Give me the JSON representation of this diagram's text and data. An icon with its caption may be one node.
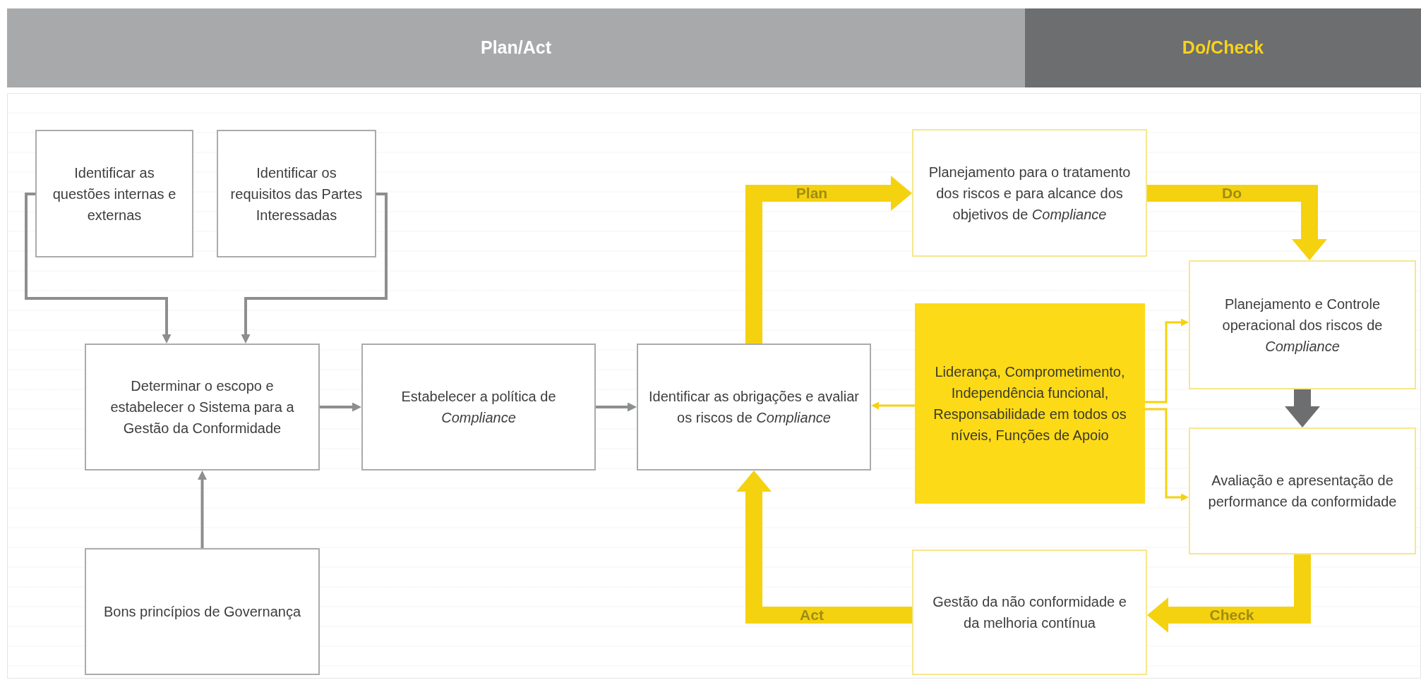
{
  "diagram": {
    "nodes": [
      {
        "text": [
          "Plan/Act"
        ]
      },
      {
        "text": [
          "Do/Check"
        ]
      },
      {
        "text": [
          "Identificar as questões internas e externas"
        ]
      },
      {
        "text": [
          "Identificar os requisitos das Partes Interessadas"
        ]
      },
      {
        "text": [
          "Planejamento para o tratamento dos riscos e para alcance dos objetivos de *Compliance*"
        ]
      },
      {
        "text": [
          "Planejamento e Controle operacional dos riscos de *Compliance*"
        ]
      },
      {
        "text": [
          "Determinar o escopo e estabelecer o Sistema para a Gestão da Conformidade"
        ]
      },
      {
        "text": [
          "Estabelecer a política de *Compliance*"
        ]
      },
      {
        "text": [
          "Identificar as obrigações e avaliar os riscos de *Compliance*"
        ]
      },
      {
        "text": [
          "Liderança, Comprometimento, Independência funcional, Responsabilidade em todos os níveis, Funções de Apoio"
        ]
      },
      {
        "text": [
          "Avaliação e apresentação de performance da conformidade"
        ]
      },
      {
        "text": [
          "Bons princípios de Governança"
        ]
      },
      {
        "text": [
          "Gestão da não conformidade e da melhoria contínua"
        ]
      }
    ],
    "edges": [
      {
        "from": 2,
        "to": 6,
        "arrow": "to",
        "color": "#8c8e90"
      },
      {
        "from": 3,
        "to": 6,
        "arrow": "to",
        "color": "#8c8e90"
      },
      {
        "from": 11,
        "to": 6,
        "arrow": "to",
        "color": "#8c8e90"
      },
      {
        "from": 6,
        "to": 7,
        "arrow": "to",
        "color": "#8c8e90"
      },
      {
        "from": 7,
        "to": 8,
        "arrow": "to",
        "color": "#8c8e90"
      },
      {
        "from": 8,
        "to": 4,
        "arrow": "to",
        "label": "Plan",
        "style": "thick"
      },
      {
        "from": 4,
        "to": 5,
        "arrow": "to",
        "label": "Do",
        "style": "thick"
      },
      {
        "from": 5,
        "to": 10,
        "arrow": "to",
        "style": "thick",
        "color": "#6d6e70"
      },
      {
        "from": 10,
        "to": 12,
        "arrow": "to",
        "label": "Check",
        "style": "thick"
      },
      {
        "from": 12,
        "to": 8,
        "arrow": "to",
        "label": "Act",
        "style": "thick"
      },
      {
        "from": 9,
        "to": 8,
        "arrow": "to"
      },
      {
        "from": 9,
        "to": 5,
        "arrow": "to"
      },
      {
        "from": 9,
        "to": 10,
        "arrow": "to"
      }
    ]
  }
}
